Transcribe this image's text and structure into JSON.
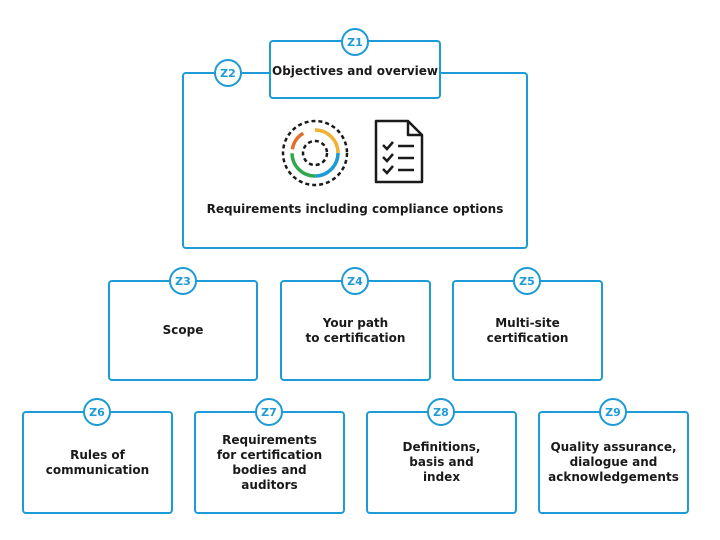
{
  "sections": {
    "z1": {
      "badge": "Z1",
      "label": "Objectives and overview"
    },
    "z2": {
      "badge": "Z2",
      "label": "Requirements including compliance options"
    },
    "z3": {
      "badge": "Z3",
      "label": "Scope"
    },
    "z4": {
      "badge": "Z4",
      "label": "Your path\nto certification"
    },
    "z5": {
      "badge": "Z5",
      "label": "Multi-site\ncertification"
    },
    "z6": {
      "badge": "Z6",
      "label": "Rules of\ncommunication"
    },
    "z7": {
      "badge": "Z7",
      "label": "Requirements\nfor certification\nbodies and\nauditors"
    },
    "z8": {
      "badge": "Z8",
      "label": "Definitions,\nbasis and\nindex"
    },
    "z9": {
      "badge": "Z9",
      "label": "Quality assurance,\ndialogue and\nacknowledgements"
    }
  },
  "icons": [
    "cycle-icon",
    "checklist-document-icon"
  ],
  "colors": {
    "accent": "#1d9bd6",
    "ring_green": "#2fa84f",
    "ring_yellow": "#f2b134",
    "ring_blue": "#1d9bd6",
    "ring_orange": "#e3702a"
  }
}
